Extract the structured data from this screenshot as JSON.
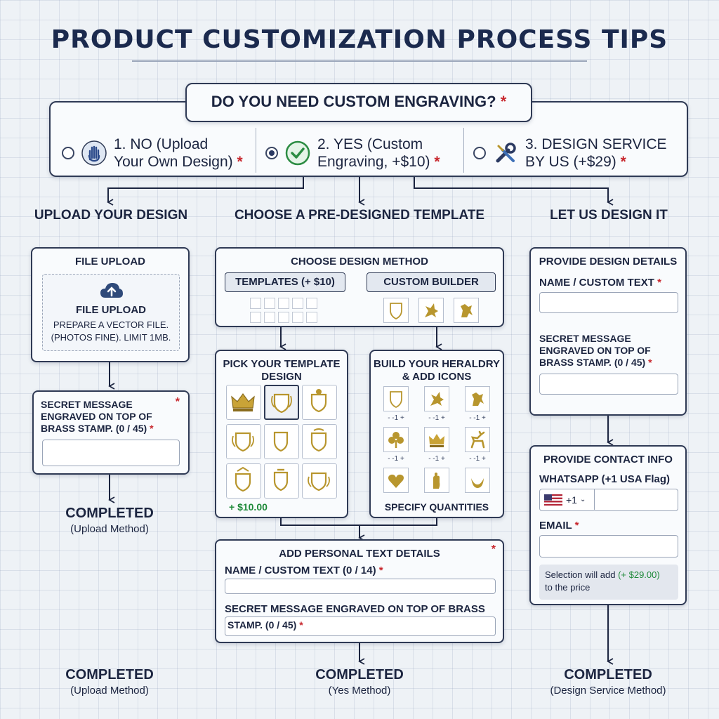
{
  "title": "PRODUCT CUSTOMIZATION PROCESS TIPS",
  "question": {
    "text": "DO YOU NEED CUSTOM ENGRAVING?",
    "required": "*"
  },
  "options": [
    {
      "label_line1": "1. NO (Upload",
      "label_line2": "Your Own Design)",
      "icon": "hand-icon",
      "selected": false
    },
    {
      "label_line1": "2. YES (Custom",
      "label_line2": "Engraving, +$10)",
      "icon": "check-circle-icon",
      "selected": true
    },
    {
      "label_line1": "3. DESIGN SERVICE",
      "label_line2": "BY US (+$29)",
      "icon": "wrench-screwdriver-icon",
      "selected": false
    }
  ],
  "required_mark": "*",
  "columns": {
    "upload": {
      "heading": "UPLOAD YOUR DESIGN",
      "file_box_title": "FILE UPLOAD",
      "dropzone_title": "FILE UPLOAD",
      "dropzone_line1": "PREPARE A VECTOR FILE.",
      "dropzone_line2": "(PHOTOS FINE). LIMIT 1MB.",
      "secret_line1": "SECRET MESSAGE",
      "secret_line2": "ENGRAVED ON TOP OF",
      "secret_line3": "BRASS STAMP. (0 / 45)",
      "completed": "COMPLETED",
      "completed_sub": "(Upload Method)"
    },
    "template": {
      "heading": "CHOOSE A PRE-DESIGNED TEMPLATE",
      "method_title": "CHOOSE DESIGN METHOD",
      "templates_button": "TEMPLATES (+ $10)",
      "builder_button": "CUSTOM BUILDER",
      "pick_title_line1": "PICK YOUR TEMPLATE",
      "pick_title_line2": "DESIGN",
      "price": "+ $10.00",
      "heraldry_title_line1": "BUILD YOUR HERALDRY",
      "heraldry_title_line2": "& ADD ICONS",
      "specify": "SPECIFY QUANTITIES",
      "stepper_text": "- -1 +",
      "personal_title": "ADD PERSONAL TEXT DETAILS",
      "name_label": "NAME / CUSTOM TEXT (0 / 14)",
      "secret_line1": "SECRET MESSAGE ENGRAVED ON TOP OF BRASS",
      "secret_line2": "STAMP. (0 / 45)",
      "completed_left": "COMPLETED",
      "completed_left_sub": "(Upload Method)",
      "completed": "COMPLETED",
      "completed_sub": "(Yes Method)"
    },
    "design": {
      "heading": "LET US DESIGN IT",
      "details_title": "PROVIDE DESIGN DETAILS",
      "name_label": "NAME / CUSTOM TEXT",
      "secret_line1": "SECRET MESSAGE",
      "secret_line2": "ENGRAVED ON TOP OF",
      "secret_line3": "BRASS STAMP. (0 / 45)",
      "contact_title": "PROVIDE CONTACT INFO",
      "whatsapp_label": "WHATSAPP (+1 USA Flag)",
      "country_code": "+1",
      "email_label": "EMAIL",
      "note_line1": "Selection will add",
      "note_price": "(+ $29.00)",
      "note_line2": "to the price",
      "completed": "COMPLETED",
      "completed_sub": "(Design Service Method)"
    }
  },
  "colors": {
    "border": "#2f3a55",
    "required": "#c8282e",
    "gold": "#b8962e",
    "green": "#1f8a3a"
  }
}
